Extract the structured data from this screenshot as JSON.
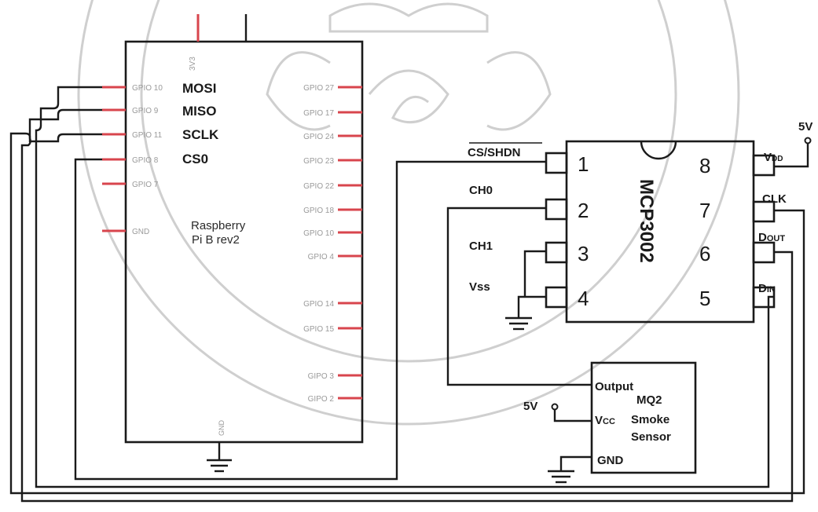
{
  "raspberry_pi": {
    "name_line1": "Raspberry",
    "name_line2": "Pi B rev2",
    "top_pin": "3V3",
    "gnd_bottom": "GND",
    "left_pins": [
      {
        "pin": "GPIO 10",
        "func": "MOSI"
      },
      {
        "pin": "GPIO 9",
        "func": "MISO"
      },
      {
        "pin": "GPIO 11",
        "func": "SCLK"
      },
      {
        "pin": "GPIO 8",
        "func": "CS0"
      },
      {
        "pin": "GPIO 7",
        "func": ""
      },
      {
        "pin": "GND",
        "func": ""
      }
    ],
    "right_pins": [
      "GPIO 27",
      "GPIO 17",
      "GPIO 24",
      "GPIO 23",
      "GPIO 22",
      "GPIO 18",
      "GPIO 10",
      "GPIO 4",
      "GPIO 14",
      "GPIO 15",
      "GIPO 3",
      "GIPO 2"
    ]
  },
  "mcp3002": {
    "name": "MCP3002",
    "left_labels": [
      "CS/SHDN",
      "CH0",
      "CH1",
      "Vss"
    ],
    "left_numbers": [
      "1",
      "2",
      "3",
      "4"
    ],
    "right_numbers": [
      "8",
      "7",
      "6",
      "5"
    ],
    "right_labels": [
      {
        "main": "V",
        "sub": "DD"
      },
      {
        "main": "CLK",
        "sub": ""
      },
      {
        "main": "D",
        "sub": "OUT"
      },
      {
        "main": "D",
        "sub": "IN"
      }
    ]
  },
  "sensor": {
    "output": "Output",
    "vcc_main": "V",
    "vcc_sub": "CC",
    "gnd": "GND",
    "line1": "MQ2",
    "line2": "Smoke",
    "line3": "Sensor"
  },
  "power": {
    "v5_top": "5V",
    "v5_sensor": "5V"
  }
}
